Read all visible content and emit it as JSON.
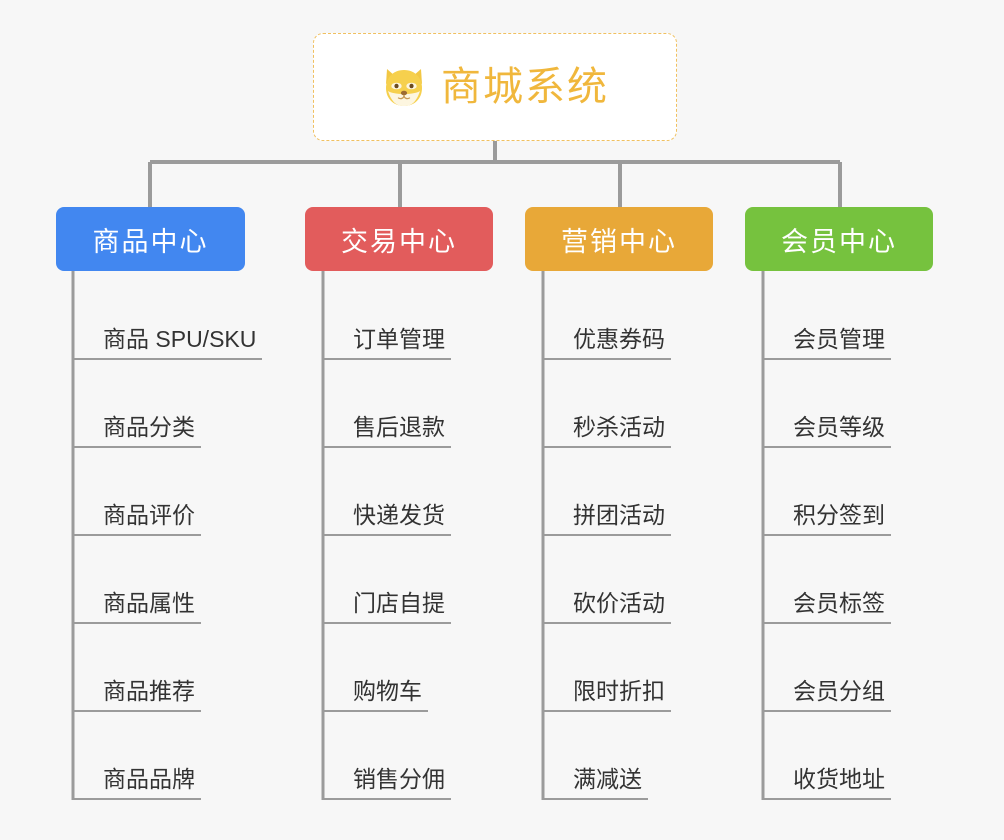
{
  "page": {
    "background_color": "#f7f7f7",
    "type": "mindmap"
  },
  "root": {
    "title": "商城系统",
    "icon": "shiba-dog-icon",
    "text_color": "#f0b73c",
    "border_color": "#f0c060",
    "background_color": "#ffffff"
  },
  "connector_color": "#9b9b9b",
  "branches": [
    {
      "label": "商品中心",
      "color": "#4287f0",
      "items": [
        "商品 SPU/SKU",
        "商品分类",
        "商品评价",
        "商品属性",
        "商品推荐",
        "商品品牌"
      ]
    },
    {
      "label": "交易中心",
      "color": "#e25c5c",
      "items": [
        "订单管理",
        "售后退款",
        "快递发货",
        "门店自提",
        "购物车",
        "销售分佣"
      ]
    },
    {
      "label": "营销中心",
      "color": "#e8a838",
      "items": [
        "优惠券码",
        "秒杀活动",
        "拼团活动",
        "砍价活动",
        "限时折扣",
        "满减送"
      ]
    },
    {
      "label": "会员中心",
      "color": "#76c23e",
      "items": [
        "会员管理",
        "会员等级",
        "积分签到",
        "会员标签",
        "会员分组",
        "收货地址"
      ]
    }
  ]
}
